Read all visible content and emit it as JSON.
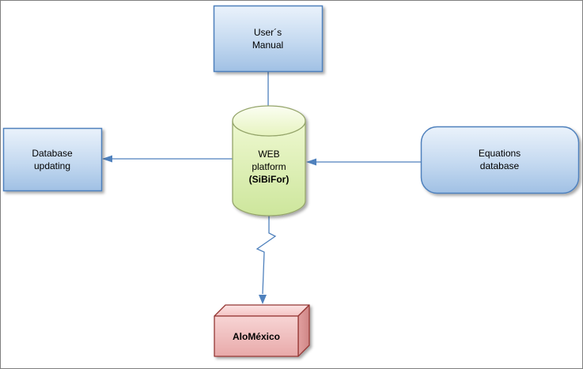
{
  "diagram": {
    "nodes": {
      "users_manual": {
        "shape": "rectangle",
        "lines": [
          "User´s",
          "Manual"
        ]
      },
      "web_platform": {
        "shape": "cylinder",
        "lines": [
          "WEB",
          "platform",
          "(SiBiFor)"
        ]
      },
      "database_updating": {
        "shape": "rectangle",
        "lines": [
          "Database",
          "updating"
        ]
      },
      "equations_database": {
        "shape": "rounded-rectangle",
        "lines": [
          "Equations",
          "database"
        ]
      },
      "alomexico": {
        "shape": "cube-3d",
        "label": "AloMéxico"
      }
    },
    "connectors": [
      {
        "from": "users_manual",
        "to": "web_platform",
        "style": "straight-line"
      },
      {
        "from": "web_platform",
        "to": "database_updating",
        "style": "arrow-pointing-left"
      },
      {
        "from": "equations_database",
        "to": "web_platform",
        "style": "arrow-pointing-left"
      },
      {
        "from": "web_platform",
        "to": "alomexico",
        "style": "zigzag-arrow-pointing-down"
      }
    ],
    "colors": {
      "box_border_blue": "#4f81bd",
      "box_fill_blue_top": "#eaf2fb",
      "box_fill_blue_bottom": "#a0c0e4",
      "cylinder_border": "#95a56b",
      "cylinder_fill_top": "#f7fce6",
      "cylinder_fill_body_top": "#eef8d0",
      "cylinder_fill_body_bottom": "#cde69c",
      "cube_border": "#953735",
      "cube_fill_front_top": "#f7d4d4",
      "cube_fill_front_bottom": "#e8a9a9",
      "cube_fill_top_face": "#fadada",
      "cube_fill_right_face": "#d89090",
      "connector_color": "#4f81bd",
      "text_color": "#000000"
    }
  }
}
